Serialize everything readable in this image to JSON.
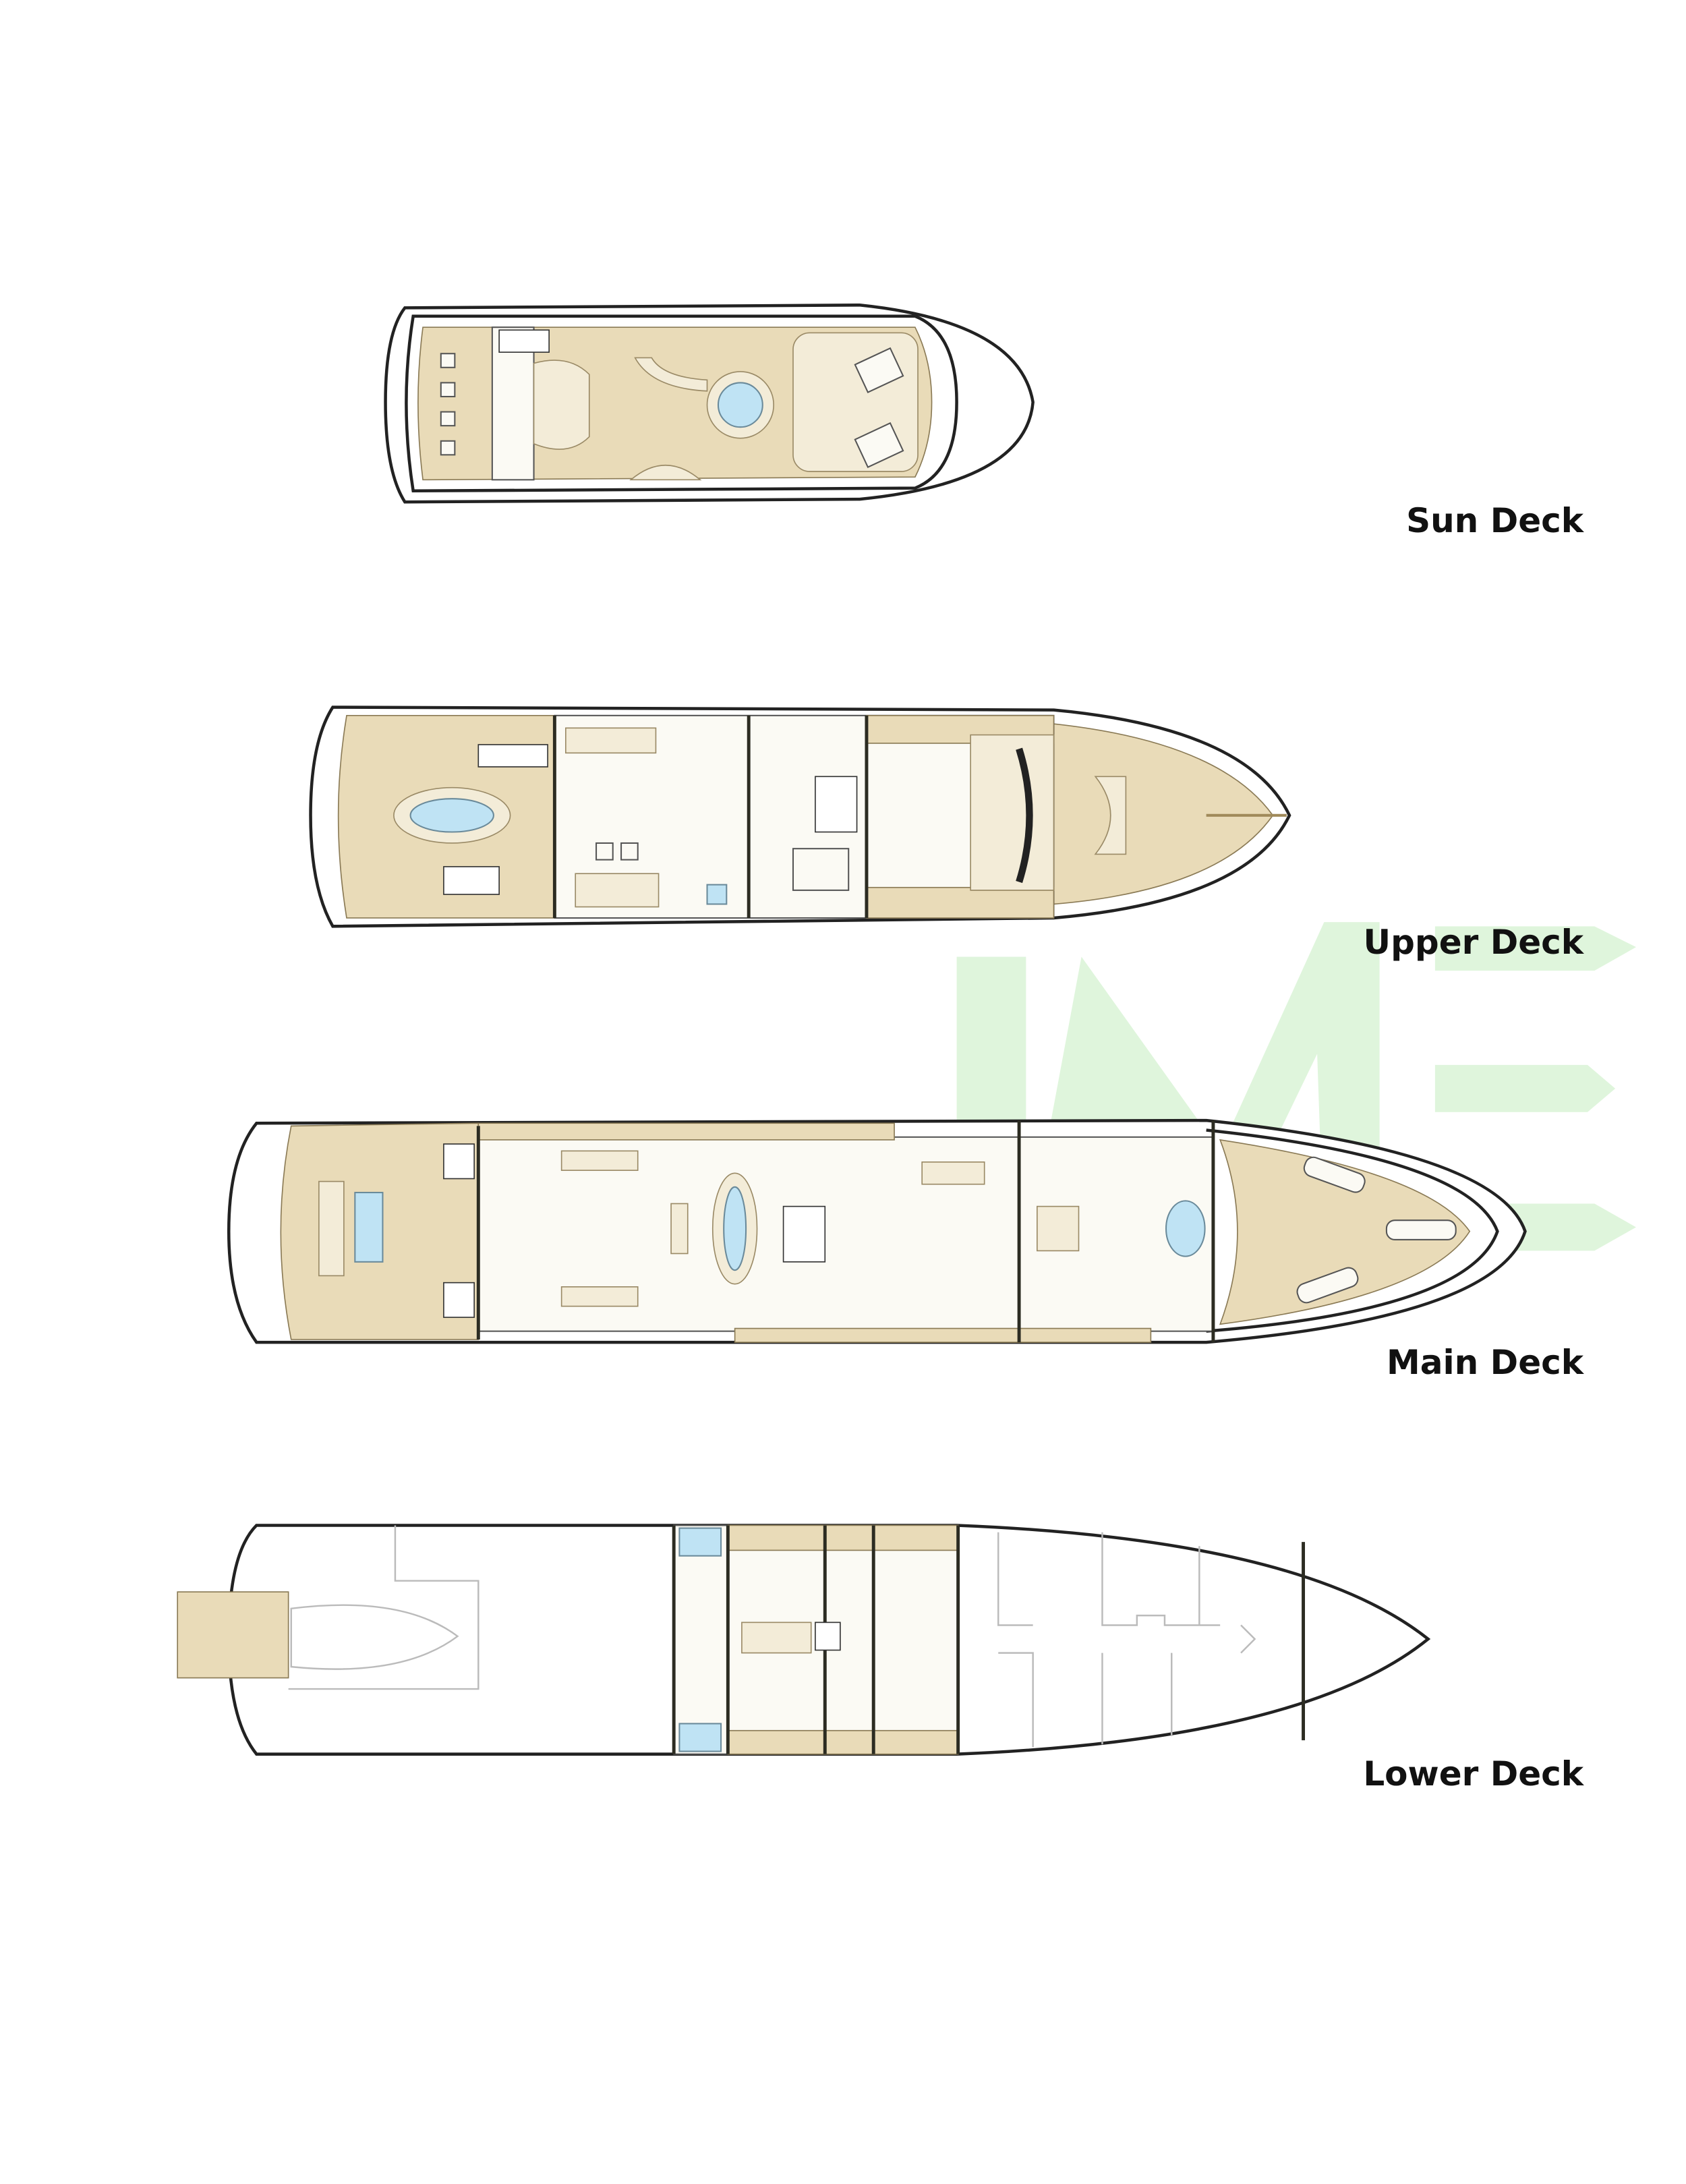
{
  "decks": [
    {
      "id": "sun",
      "label": "Sun Deck"
    },
    {
      "id": "upper",
      "label": "Upper Deck"
    },
    {
      "id": "main",
      "label": "Main Deck"
    },
    {
      "id": "lower",
      "label": "Lower Deck"
    }
  ],
  "watermark": {
    "text": "IME",
    "color": "#c9efc4"
  },
  "colors": {
    "deck": "#e9dbb8",
    "hull_line": "#222222",
    "pool": "#bfe3f4"
  }
}
